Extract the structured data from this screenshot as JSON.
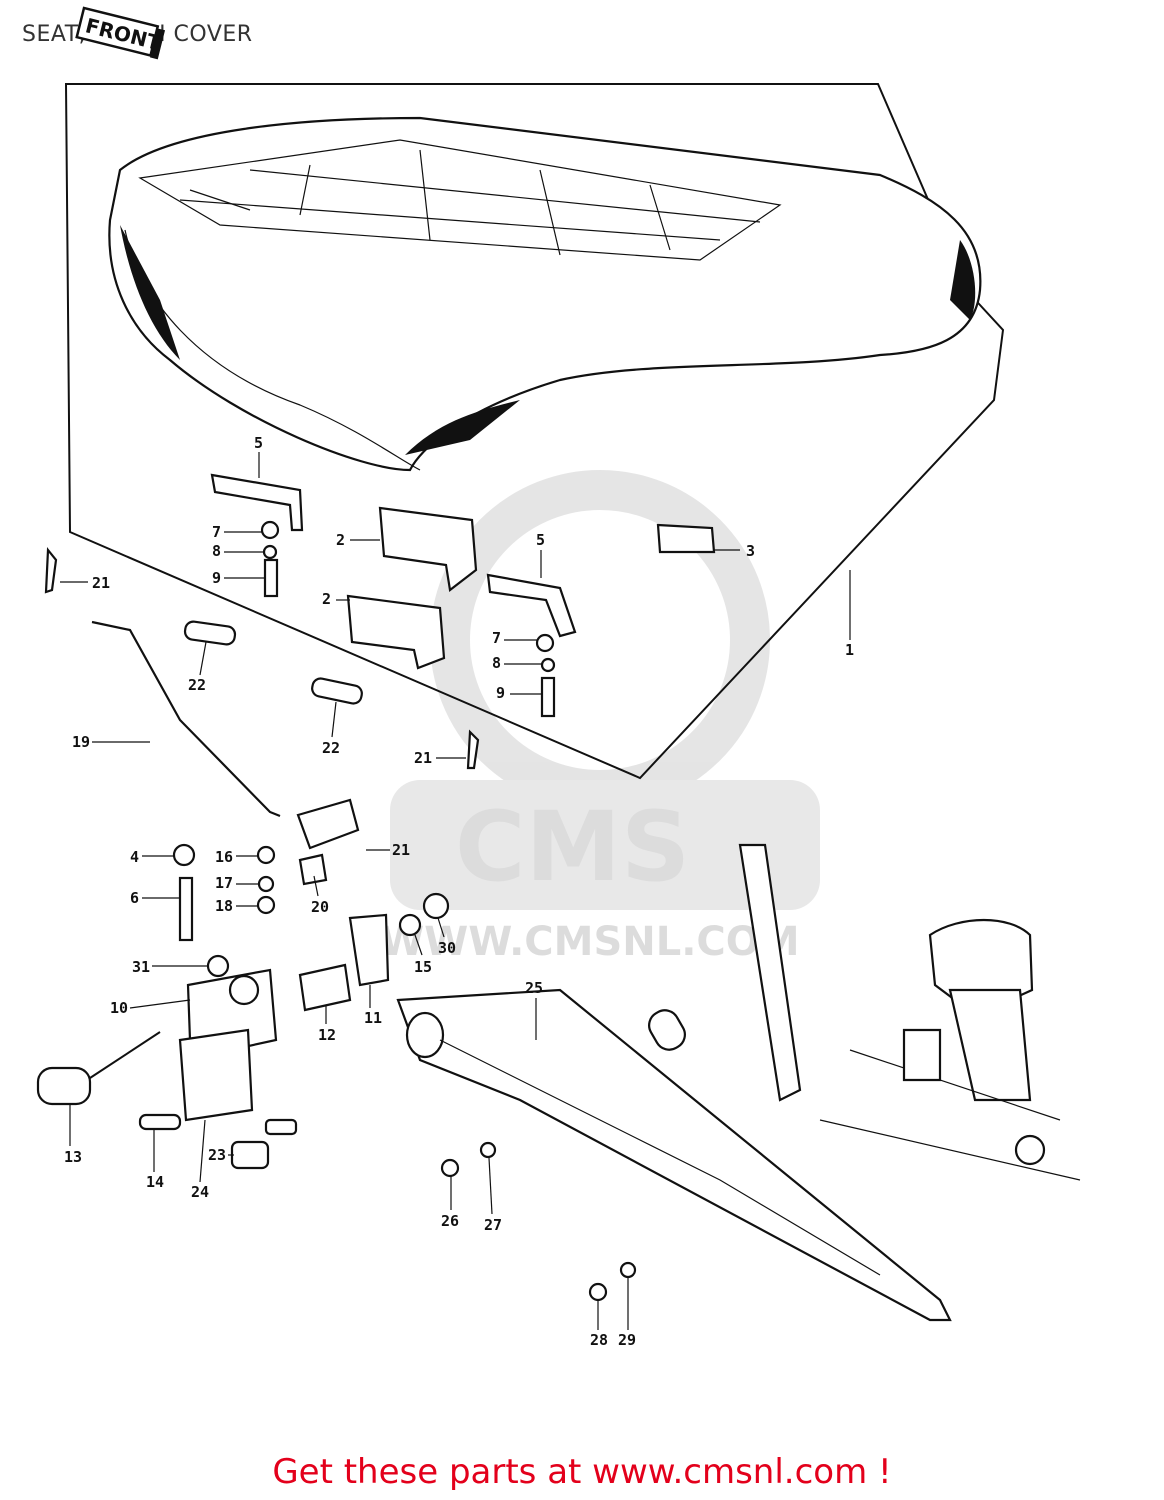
{
  "header": {
    "title": "SEAT, CHAIN COVER"
  },
  "badge": {
    "front_label": "FRONT"
  },
  "watermark": {
    "brand": "CMS",
    "url": "WWW.CMSNL.COM"
  },
  "footer": {
    "cta": "Get these parts at www.cmsnl.com !"
  },
  "callouts": {
    "c1": "1",
    "c2a": "2",
    "c2b": "2",
    "c3": "3",
    "c4": "4",
    "c5a": "5",
    "c5b": "5",
    "c6": "6",
    "c7a": "7",
    "c7b": "7",
    "c8a": "8",
    "c8b": "8",
    "c9a": "9",
    "c9b": "9",
    "c10": "10",
    "c11": "11",
    "c12": "12",
    "c13": "13",
    "c14": "14",
    "c15": "15",
    "c16": "16",
    "c17": "17",
    "c18": "18",
    "c19": "19",
    "c20": "20",
    "c21a": "21",
    "c21b": "21",
    "c21c": "21",
    "c22a": "22",
    "c22b": "22",
    "c23": "23",
    "c24": "24",
    "c25": "25",
    "c26": "26",
    "c27": "27",
    "c28": "28",
    "c29": "29",
    "c30": "30",
    "c31": "31"
  },
  "colors": {
    "footer_text": "#e3001b",
    "line_art": "#111111",
    "watermark": "#d9d9d9"
  }
}
